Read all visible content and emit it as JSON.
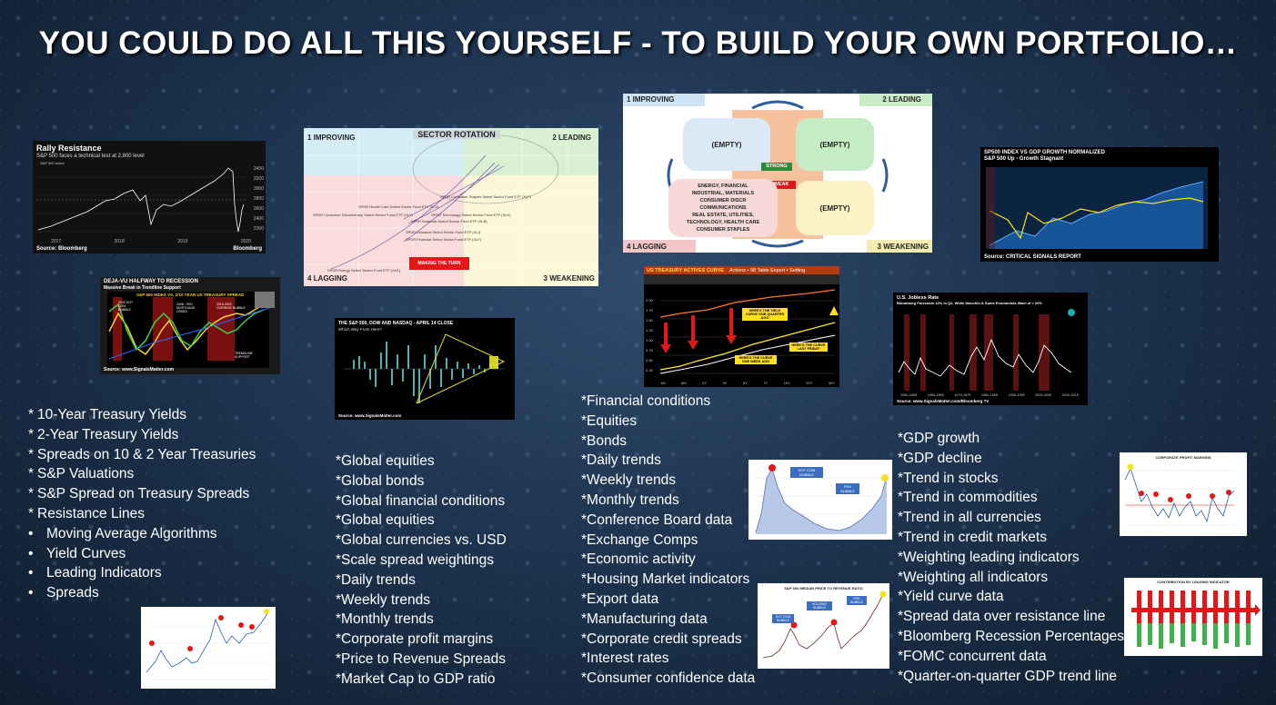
{
  "title": "YOU COULD DO ALL THIS YOURSELF - TO BUILD YOUR OWN PORTFOLIO…",
  "rally": {
    "title": "Rally Resistance",
    "subtitle": "S&P 500 faces a technical test at 2,800 level",
    "legend": "S&P 500 Index",
    "source": "Source: Bloomberg",
    "brand": "Bloomberg",
    "years": [
      "2017",
      "2018",
      "2019",
      "2020"
    ],
    "yticks": [
      "3400",
      "3200",
      "3000",
      "2800",
      "2600",
      "2400",
      "2200"
    ]
  },
  "recession": {
    "title": "DEJA-VU HALFWAY TO RECESSION",
    "subtitle": "Massive Break in Trendline Support",
    "inner": "S&P 500 INDEX VS. 2/10 YEAR US TREASURY SPREAD",
    "ann1": "2000 DOT COM BUBBLE",
    "ann2": "2008 - FED MORTGAGE CRISIS",
    "ann3": "2019-2020 CURRENT BUBBLE",
    "ann4": "TRENDLINE SUPPORT",
    "source": "Source: www.SignalsMatter.com"
  },
  "sector": {
    "title": "SECTOR ROTATION",
    "q1": "1 IMPROVING",
    "q2": "2 LEADING",
    "q3": "3 WEAKENING",
    "q4": "4 LAGGING",
    "labels": [
      "SPDR Consumer Staples Select Sector Fund ETF (XLP)",
      "SPDR Health Care Select Sector Fund ETF (XLV)",
      "SPDR Consumer Discretionary Select Sector Fund ETF (XLY)",
      "SPDR Technology Select Sector Fund ETF (XLK)",
      "SPDR Materials Select Sector Fund ETF (XLB)",
      "SPDR Industrial Select Sector Fund ETF (XLI)",
      "SPDR Financial Select Sector Fund ETF (XLF)",
      "SPDR Energy Select Sector Fund ETF (XLE)"
    ],
    "cta": "MAKING THE TURN"
  },
  "quad": {
    "q1": "1 IMPROVING",
    "q2": "2 LEADING",
    "q3": "3 WEAKENING",
    "q4": "4 LAGGING",
    "empty": "(EMPTY)",
    "strong": "STRONG",
    "weak": "WEAK",
    "sectors": [
      "ENERGY, FINANCIAL",
      "INDUSTRIAL, MATERIALS",
      "CONSUMER DISCR",
      "COMMUNICATIONS",
      "REAL ESTATE, UTILITIES,",
      "TECHNOLOGY, HEALTH CARE",
      "CONSUMER STAPLES"
    ]
  },
  "gdp": {
    "title": "SP500 INDEX VS GDP GROWTH NORMALIZED",
    "subtitle": "S&P 500 Up - Growth Stagnant",
    "source": "Source: CRITICAL SIGNALS REPORT"
  },
  "snd": {
    "title": "THE S&P 500, DOW AND NASDAQ - APRIL 14 CLOSE",
    "subtitle": "Which Way From Here?",
    "source": "Source: www.SignalsMatter.com"
  },
  "treasury": {
    "header": "US TREASURY ACTIVES CURVE",
    "menu": "Actions •  98 Table  Export •  Setting",
    "yticks": [
      "2.00",
      "1.75",
      "1.50",
      "1.25",
      "1.00",
      "0.75",
      "0.50",
      "0.25"
    ],
    "xticks": [
      "1M",
      "6M",
      "2Y",
      "3Y",
      "5Y",
      "7Y",
      "10Y",
      "20Y",
      "30Y"
    ],
    "ann1": "HERE'S THE YIELD CURVE ONE QUARTER AGO",
    "ann2": "HERE'S THE CURVE ONE WEEK AGO",
    "ann3": "HERE'S THE CURVE LAST FRIDAY"
  },
  "jobless": {
    "title": "U.S. Jobless Rate",
    "subtitle": "Bloomberg Forecasts 12% in Q2, While Mnuchin & Some Economists Warn of > 20%",
    "xticks": [
      "1950-1959",
      "1960-1969",
      "1970-1979",
      "1980-1989",
      "1990-1999",
      "2000-2009",
      "2010-2019"
    ],
    "source": "Source: www.SignalsMatter.com/Bloomberg TV"
  },
  "dotcom": {
    "ann1": "DOT COM BUBBLE",
    "ann2": "FED BUBBLE"
  },
  "psr": {
    "title": "S&P 500 MEDIAN PRICE TO REVENUE RATIO",
    "ann1": "DOT COM BUBBLE",
    "ann2": "HOUSING BUBBLE",
    "ann3": "FED BUBBLE"
  },
  "profit": {
    "title": "CORPORATE PROFIT MARGINS"
  },
  "contrib": {
    "title": "CONTRIBUTION BY LEADING INDICATOR"
  },
  "list1": [
    {
      "b": "*",
      "t": "10-Year Treasury Yields"
    },
    {
      "b": "*",
      "t": "2-Year Treasury Yields"
    },
    {
      "b": "*",
      "t": "Spreads on 10 & 2 Year Treasuries"
    },
    {
      "b": "*",
      "t": "S&P Valuations"
    },
    {
      "b": "*",
      "t": "S&P Spread on Treasury Spreads"
    },
    {
      "b": "*",
      "t": "Resistance Lines"
    },
    {
      "b": "•",
      "t": "Moving Average Algorithms"
    },
    {
      "b": "•",
      "t": "Yield Curves"
    },
    {
      "b": "•",
      "t": "Leading Indicators"
    },
    {
      "b": "•",
      "t": "Spreads"
    }
  ],
  "list2": [
    "*Global equities",
    "*Global bonds",
    "*Global financial conditions",
    "*Global equities",
    "*Global currencies vs. USD",
    "*Scale spread weightings",
    "*Daily trends",
    "*Weekly trends",
    "*Monthly trends",
    "*Corporate profit margins",
    "*Price to Revenue Spreads",
    "*Market Cap to GDP ratio"
  ],
  "list3": [
    "*Financial conditions",
    "*Equities",
    "*Bonds",
    "*Daily trends",
    "*Weekly trends",
    "*Monthly trends",
    "*Conference Board data",
    "*Exchange Comps",
    "*Economic activity",
    "*Housing Market indicators",
    "*Export data",
    "*Manufacturing data",
    "*Corporate credit spreads",
    "*Interest rates",
    "*Consumer confidence data"
  ],
  "list4": [
    "*GDP growth",
    "*GDP decline",
    "*Trend in stocks",
    "*Trend in commodities",
    "*Trend in all currencies",
    "*Trend in credit markets",
    "*Weighting leading indicators",
    "*Weighting all indicators",
    "*Yield curve data",
    "*Spread data over resistance line",
    "*Bloomberg Recession Percentages",
    "*FOMC concurrent data",
    "*Quarter-on-quarter GDP trend line"
  ]
}
